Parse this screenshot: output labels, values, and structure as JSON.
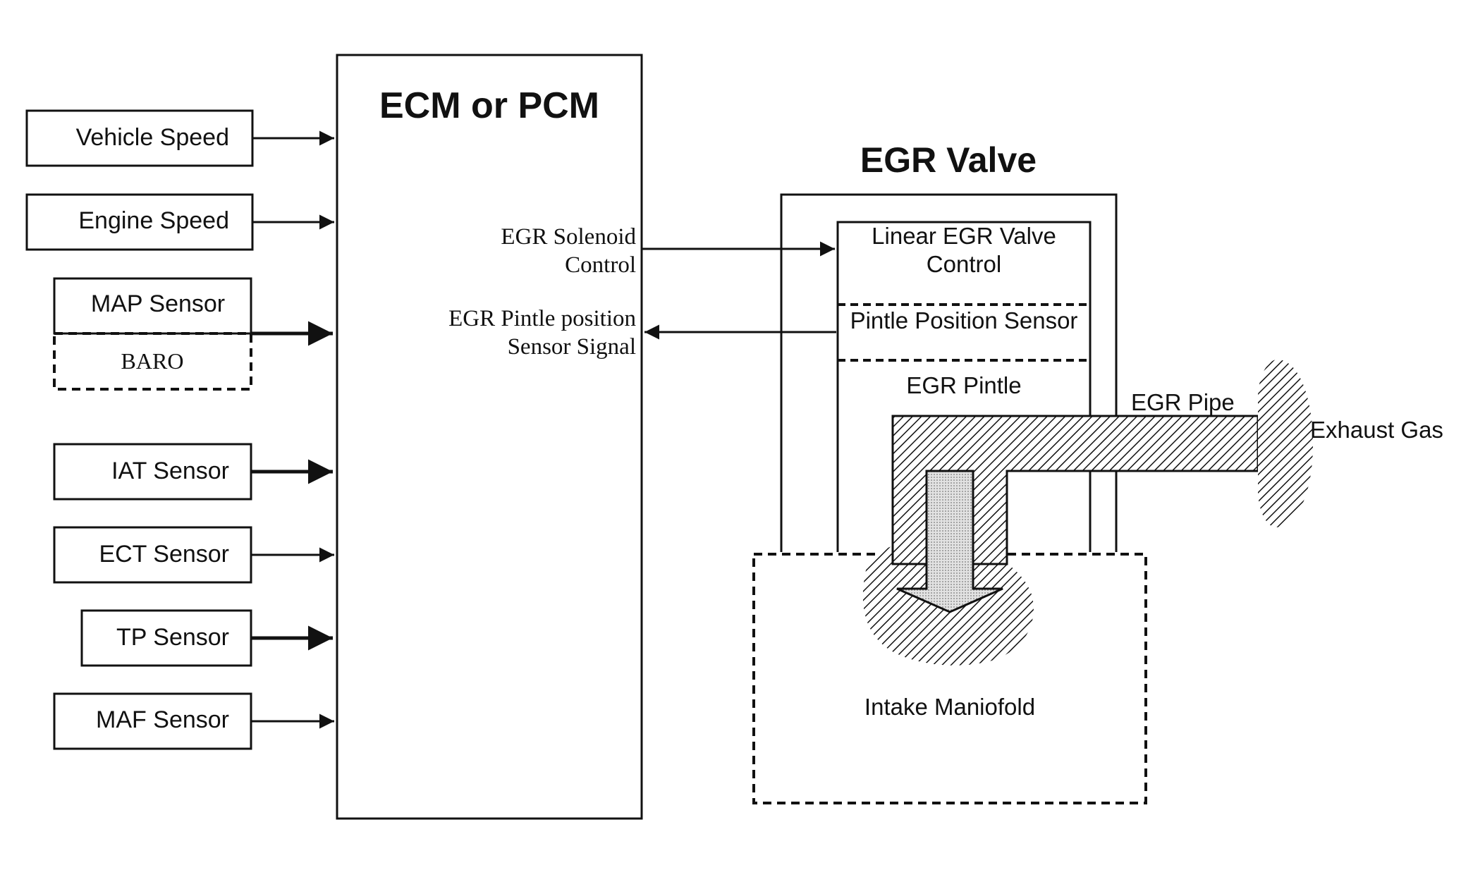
{
  "ecm_title": "ECM or PCM",
  "egr_title": "EGR Valve",
  "inputs": {
    "vehicle_speed": "Vehicle Speed",
    "engine_speed": "Engine Speed",
    "map_sensor": "MAP Sensor",
    "baro": "BARO",
    "iat_sensor": "IAT Sensor",
    "ect_sensor": "ECT Sensor",
    "tp_sensor": "TP Sensor",
    "maf_sensor": "MAF Sensor"
  },
  "signals": {
    "solenoid_line1": "EGR Solenoid",
    "solenoid_line2": "Control",
    "pintle_line1": "EGR Pintle position",
    "pintle_line2": "Sensor Signal"
  },
  "valve": {
    "linear_line1": "Linear EGR Valve",
    "linear_line2": "Control",
    "pintle_position_sensor": "Pintle Position Sensor",
    "egr_pintle": "EGR Pintle"
  },
  "egr_pipe": "EGR Pipe",
  "exhaust_gas": "Exhaust Gas",
  "intake_manifold": "Intake Maniofold"
}
